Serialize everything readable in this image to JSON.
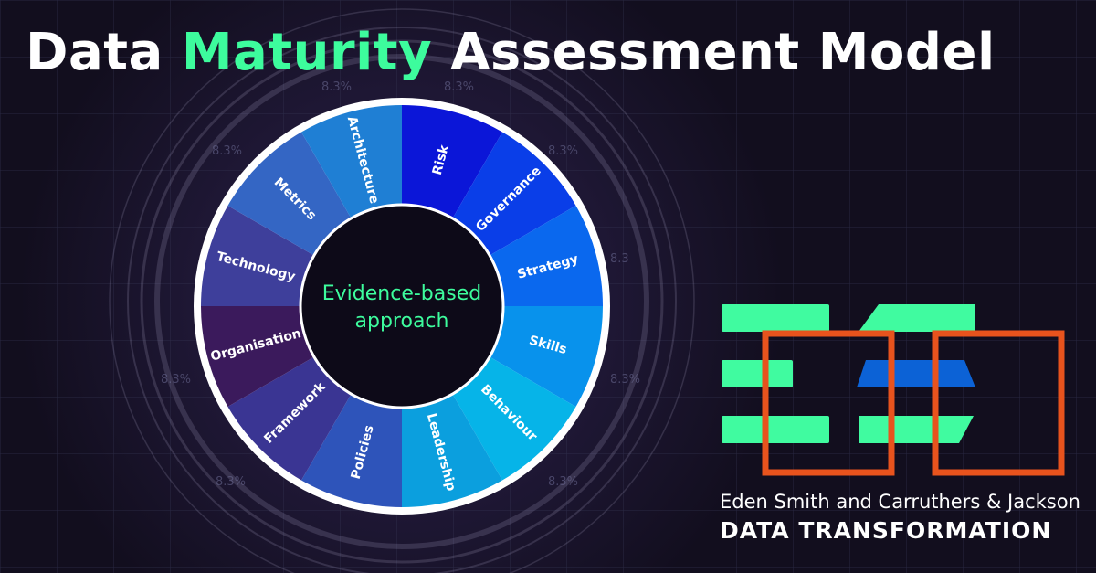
{
  "title": {
    "part1": "Data ",
    "highlight": "Maturity",
    "part2": " Assessment Model"
  },
  "wheel": {
    "center_line1": "Evidence-based",
    "center_line2": "approach",
    "segments": [
      {
        "label": "Risk",
        "color": "#0b16d8"
      },
      {
        "label": "Governance",
        "color": "#0a3ee8"
      },
      {
        "label": "Strategy",
        "color": "#0a68ee"
      },
      {
        "label": "Skills",
        "color": "#0892ec"
      },
      {
        "label": "Behaviour",
        "color": "#06b4e8"
      },
      {
        "label": "Leadership",
        "color": "#0b9fde"
      },
      {
        "label": "Policies",
        "color": "#2e54ba"
      },
      {
        "label": "Framework",
        "color": "#3a3593"
      },
      {
        "label": "Organisation",
        "color": "#3b1a5c"
      },
      {
        "label": "Technology",
        "color": "#3e3f9b"
      },
      {
        "label": "Metrics",
        "color": "#3466c4"
      },
      {
        "label": "Architecture",
        "color": "#1f7fd4"
      }
    ],
    "ghost_labels": [
      "8.3%",
      "8.3%",
      "8.3%",
      "8.3%",
      "8.3",
      "8.3%",
      "8.3%",
      "8.3%",
      "8.3%"
    ]
  },
  "logo": {
    "bar_color": "#40fba0",
    "frame_color": "#e8531d",
    "accent_color": "#0c62d6",
    "company": "Eden Smith and Carruthers & Jackson",
    "tagline": "DATA TRANSFORMATION"
  },
  "colors": {
    "highlight": "#3dfc9d",
    "center_text": "#3dfc9d",
    "center_fill": "#0d0a18",
    "ring": "#ffffff"
  }
}
